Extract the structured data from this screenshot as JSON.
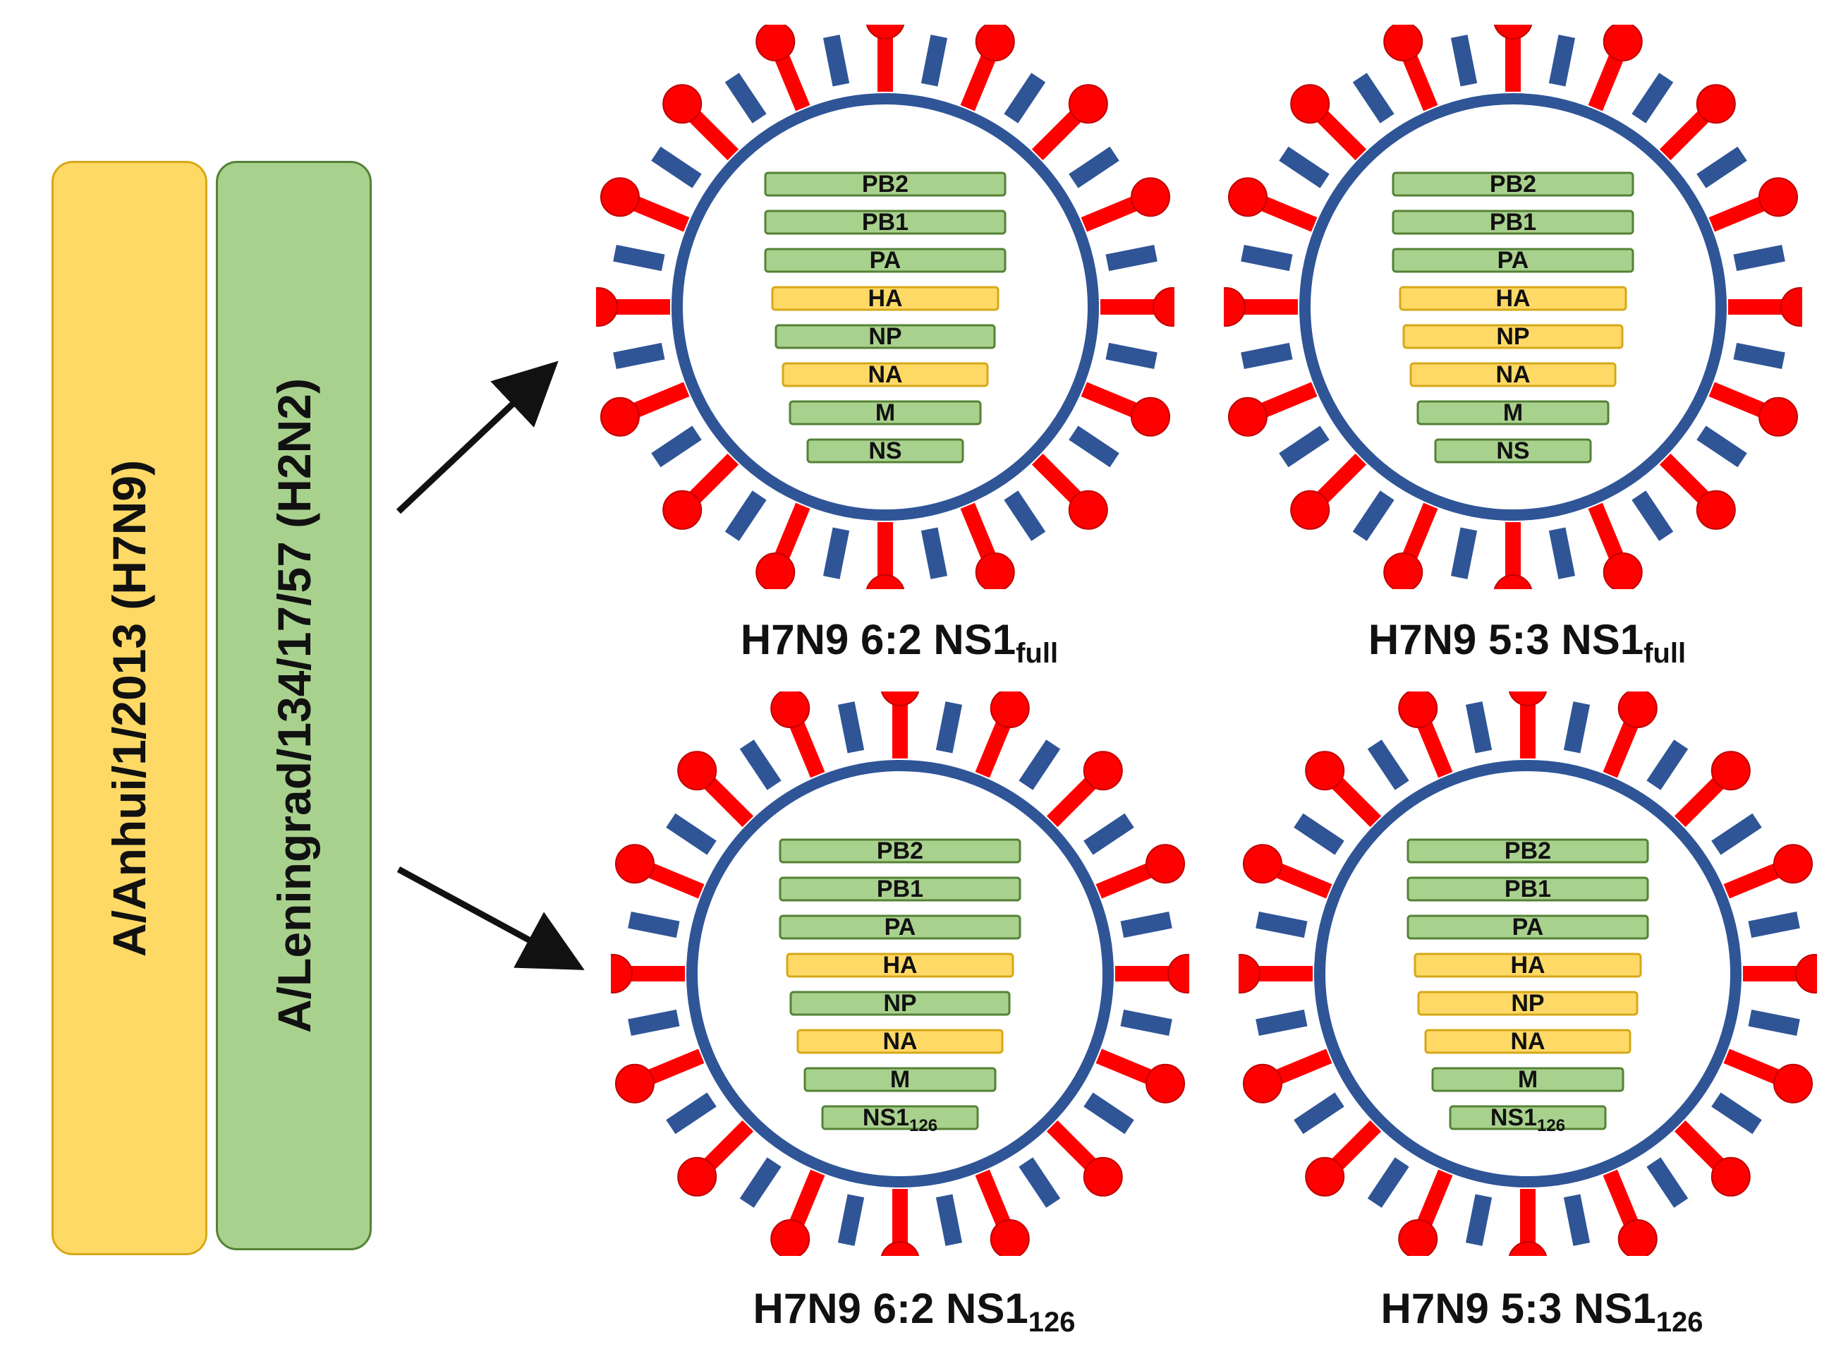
{
  "colors": {
    "h7n9": "#FFD966",
    "h7n9_border": "#D6A819",
    "leningrad": "#A9D18E",
    "leningrad_border": "#548235",
    "envelope": "#2F5597",
    "spike_red": "#FF0000",
    "spike_blue": "#2F5597",
    "arrow": "#111111"
  },
  "strains": [
    {
      "label": "A/Anhui/1/2013 (H7N9)",
      "color_key": "h7n9"
    },
    {
      "label": "A/Leningrad/134/17/57 (H2N2)",
      "color_key": "leningrad"
    }
  ],
  "viruses": [
    {
      "caption": {
        "main": "H7N9 6:2 NS1",
        "sub": "full"
      },
      "segments": [
        {
          "name": "PB2",
          "origin": "leningrad"
        },
        {
          "name": "PB1",
          "origin": "leningrad"
        },
        {
          "name": "PA",
          "origin": "leningrad"
        },
        {
          "name": "HA",
          "origin": "h7n9"
        },
        {
          "name": "NP",
          "origin": "leningrad"
        },
        {
          "name": "NA",
          "origin": "h7n9"
        },
        {
          "name": "M",
          "origin": "leningrad"
        },
        {
          "name": "NS",
          "origin": "leningrad"
        }
      ]
    },
    {
      "caption": {
        "main": "H7N9 5:3 NS1",
        "sub": "full"
      },
      "segments": [
        {
          "name": "PB2",
          "origin": "leningrad"
        },
        {
          "name": "PB1",
          "origin": "leningrad"
        },
        {
          "name": "PA",
          "origin": "leningrad"
        },
        {
          "name": "HA",
          "origin": "h7n9"
        },
        {
          "name": "NP",
          "origin": "h7n9"
        },
        {
          "name": "NA",
          "origin": "h7n9"
        },
        {
          "name": "M",
          "origin": "leningrad"
        },
        {
          "name": "NS",
          "origin": "leningrad"
        }
      ]
    },
    {
      "caption": {
        "main": "H7N9 6:2 NS1",
        "sub": "126"
      },
      "segments": [
        {
          "name": "PB2",
          "origin": "leningrad"
        },
        {
          "name": "PB1",
          "origin": "leningrad"
        },
        {
          "name": "PA",
          "origin": "leningrad"
        },
        {
          "name": "HA",
          "origin": "h7n9"
        },
        {
          "name": "NP",
          "origin": "leningrad"
        },
        {
          "name": "NA",
          "origin": "h7n9"
        },
        {
          "name": "M",
          "origin": "leningrad"
        },
        {
          "name": "NS1",
          "sub": "126",
          "origin": "leningrad"
        }
      ]
    },
    {
      "caption": {
        "main": "H7N9 5:3 NS1",
        "sub": "126"
      },
      "segments": [
        {
          "name": "PB2",
          "origin": "leningrad"
        },
        {
          "name": "PB1",
          "origin": "leningrad"
        },
        {
          "name": "PA",
          "origin": "leningrad"
        },
        {
          "name": "HA",
          "origin": "h7n9"
        },
        {
          "name": "NP",
          "origin": "h7n9"
        },
        {
          "name": "NA",
          "origin": "h7n9"
        },
        {
          "name": "M",
          "origin": "leningrad"
        },
        {
          "name": "NS1",
          "sub": "126",
          "origin": "leningrad"
        }
      ]
    }
  ]
}
